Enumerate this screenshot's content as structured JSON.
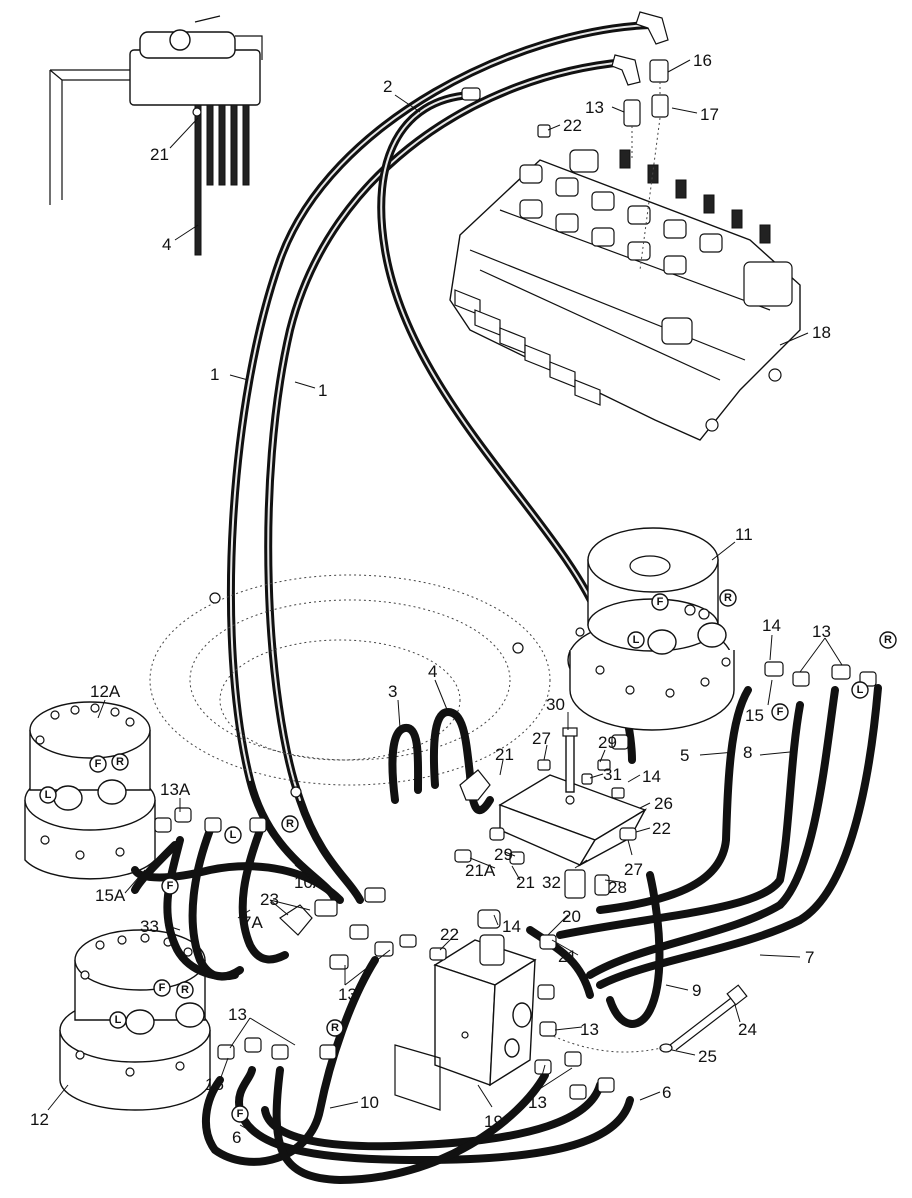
{
  "figure": {
    "callouts": [
      {
        "id": "c16",
        "text": "16"
      },
      {
        "id": "c2",
        "text": "2"
      },
      {
        "id": "c13a",
        "text": "13"
      },
      {
        "id": "c17",
        "text": "17"
      },
      {
        "id": "c22a",
        "text": "22"
      },
      {
        "id": "c21a",
        "text": "21"
      },
      {
        "id": "c4a",
        "text": "4"
      },
      {
        "id": "c18",
        "text": "18"
      },
      {
        "id": "c1a",
        "text": "1"
      },
      {
        "id": "c1b",
        "text": "1"
      },
      {
        "id": "c11",
        "text": "11"
      },
      {
        "id": "c14a",
        "text": "14"
      },
      {
        "id": "c13b",
        "text": "13"
      },
      {
        "id": "c12A",
        "text": "12A"
      },
      {
        "id": "c3",
        "text": "3"
      },
      {
        "id": "c4b",
        "text": "4"
      },
      {
        "id": "c30",
        "text": "30"
      },
      {
        "id": "c15a",
        "text": "15"
      },
      {
        "id": "c5",
        "text": "5"
      },
      {
        "id": "c8",
        "text": "8"
      },
      {
        "id": "c27a",
        "text": "27"
      },
      {
        "id": "c29a",
        "text": "29"
      },
      {
        "id": "c21b",
        "text": "21"
      },
      {
        "id": "c31",
        "text": "31"
      },
      {
        "id": "c14b",
        "text": "14"
      },
      {
        "id": "c13A",
        "text": "13A"
      },
      {
        "id": "c26",
        "text": "26"
      },
      {
        "id": "c22b",
        "text": "22"
      },
      {
        "id": "c29b",
        "text": "29"
      },
      {
        "id": "c10A",
        "text": "10A"
      },
      {
        "id": "c21A",
        "text": "21A"
      },
      {
        "id": "c21c",
        "text": "21"
      },
      {
        "id": "c32",
        "text": "32"
      },
      {
        "id": "c28",
        "text": "28"
      },
      {
        "id": "c27b",
        "text": "27"
      },
      {
        "id": "c15A",
        "text": "15A"
      },
      {
        "id": "c23",
        "text": "23"
      },
      {
        "id": "c33",
        "text": "33"
      },
      {
        "id": "c7A",
        "text": "7A"
      },
      {
        "id": "c14c",
        "text": "14"
      },
      {
        "id": "c20",
        "text": "20"
      },
      {
        "id": "c22c",
        "text": "22"
      },
      {
        "id": "c21d",
        "text": "21"
      },
      {
        "id": "c7",
        "text": "7"
      },
      {
        "id": "c13c",
        "text": "13"
      },
      {
        "id": "c9",
        "text": "9"
      },
      {
        "id": "c13d",
        "text": "13"
      },
      {
        "id": "c24",
        "text": "24"
      },
      {
        "id": "c13e",
        "text": "13"
      },
      {
        "id": "c25",
        "text": "25"
      },
      {
        "id": "c15b",
        "text": "15"
      },
      {
        "id": "c12",
        "text": "12"
      },
      {
        "id": "c10",
        "text": "10"
      },
      {
        "id": "c13f",
        "text": "13"
      },
      {
        "id": "c6a",
        "text": "6"
      },
      {
        "id": "c6b",
        "text": "6"
      },
      {
        "id": "c19",
        "text": "19"
      }
    ],
    "port_markers": [
      {
        "id": "p1",
        "text": "F"
      },
      {
        "id": "p2",
        "text": "R"
      },
      {
        "id": "p3",
        "text": "L"
      },
      {
        "id": "p4",
        "text": "R"
      },
      {
        "id": "p5",
        "text": "F"
      },
      {
        "id": "p6",
        "text": "L"
      },
      {
        "id": "p7",
        "text": "F"
      },
      {
        "id": "p8",
        "text": "R"
      },
      {
        "id": "p9",
        "text": "L"
      },
      {
        "id": "p10",
        "text": "L"
      },
      {
        "id": "p11",
        "text": "R"
      },
      {
        "id": "p12",
        "text": "F"
      },
      {
        "id": "p13",
        "text": "F"
      },
      {
        "id": "p14",
        "text": "R"
      },
      {
        "id": "p15",
        "text": "L"
      },
      {
        "id": "p16",
        "text": "R"
      },
      {
        "id": "p17",
        "text": "F"
      }
    ]
  }
}
